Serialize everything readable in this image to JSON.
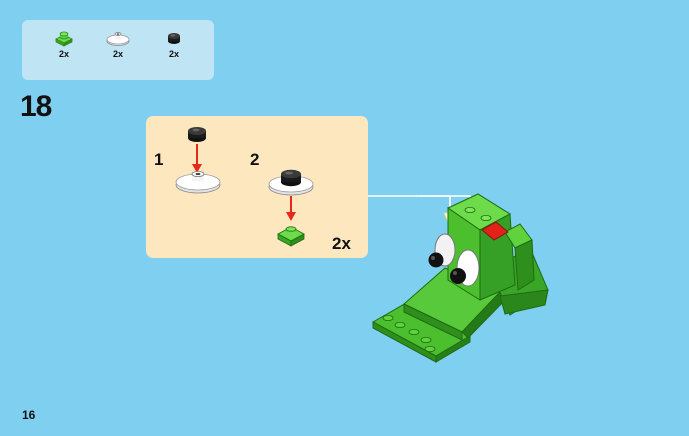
{
  "parts_list": {
    "items": [
      {
        "icon": "green-plate-1x1-icon",
        "quantity": "2x"
      },
      {
        "icon": "white-round-plate-eye-icon",
        "quantity": "2x"
      },
      {
        "icon": "black-round-tile-icon",
        "quantity": "2x"
      }
    ]
  },
  "step": {
    "number": "18"
  },
  "callout": {
    "substeps": [
      {
        "label": "1"
      },
      {
        "label": "2"
      }
    ],
    "multiplier": "2x"
  },
  "page": {
    "number": "16"
  },
  "colors": {
    "background": "#7fd0f0",
    "parts_panel": "#bfe4f4",
    "callout_panel": "#fde7bf",
    "brick_green": "#4cbf2f",
    "arrow_red": "#e8271d",
    "accent_red": "#e2231a"
  }
}
